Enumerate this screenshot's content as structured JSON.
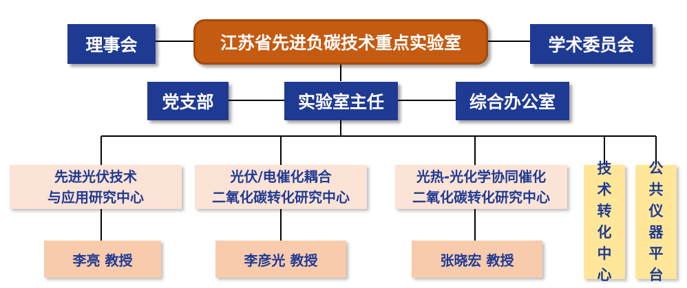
{
  "org": {
    "lab_name": "江苏省先进负碳技术重点实验室",
    "board": "理事会",
    "academic_committee": "学术委员会",
    "party_branch": "党支部",
    "director": "实验室主任",
    "general_office": "综合办公室",
    "centers": [
      {
        "line1": "先进光伏技术",
        "line2": "与应用研究中心",
        "head": "李亮 教授"
      },
      {
        "line1": "光伏/电催化耦合",
        "line2": "二氧化碳转化研究中心",
        "head": "李彦光 教授"
      },
      {
        "line1": "光热-光化学协同催化",
        "line2": "二氧化碳转化研究中心",
        "head": "张晓宏 教授"
      }
    ],
    "tech_transfer": "技术转化中心",
    "public_platform": "公共仪器平台"
  },
  "colors": {
    "primary_blue": "#1f3a93",
    "top_orange": "#c55a11",
    "center_fill": "#fbe3d6",
    "person_fill": "#f8cbad",
    "side_fill": "#ffe699",
    "line": "#000000"
  }
}
